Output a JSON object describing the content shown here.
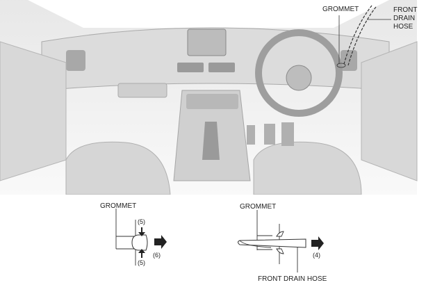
{
  "labels": {
    "grommet_top": "GROMMET",
    "front_drain_hose_top_line1": "FRONT",
    "front_drain_hose_top_line2": "DRAIN",
    "front_drain_hose_top_line3": "HOSE",
    "grommet_left": "GROMMET",
    "grommet_right": "GROMMET",
    "front_drain_hose_bottom": "FRONT DRAIN HOSE",
    "step_5_top": "(5)",
    "step_5_bottom": "(5)",
    "step_6": "(6)",
    "step_4": "(4)"
  },
  "colors": {
    "interior_fill": "#e6e6e6",
    "interior_dark": "#bdbdbd",
    "line": "#333333",
    "arrow": "#222222"
  }
}
